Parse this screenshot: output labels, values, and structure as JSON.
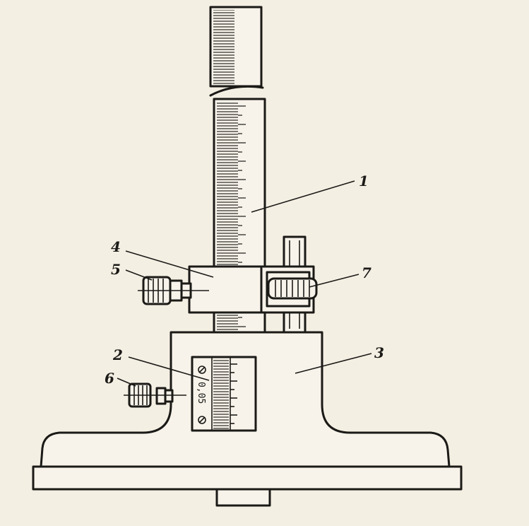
{
  "labels": {
    "rod": "1",
    "vernier": "2",
    "base": "3",
    "slider": "4",
    "clamp_screw": "5",
    "vernier_screw": "6",
    "fine_feed_wheel": "7"
  },
  "vernier_value": "0,05"
}
